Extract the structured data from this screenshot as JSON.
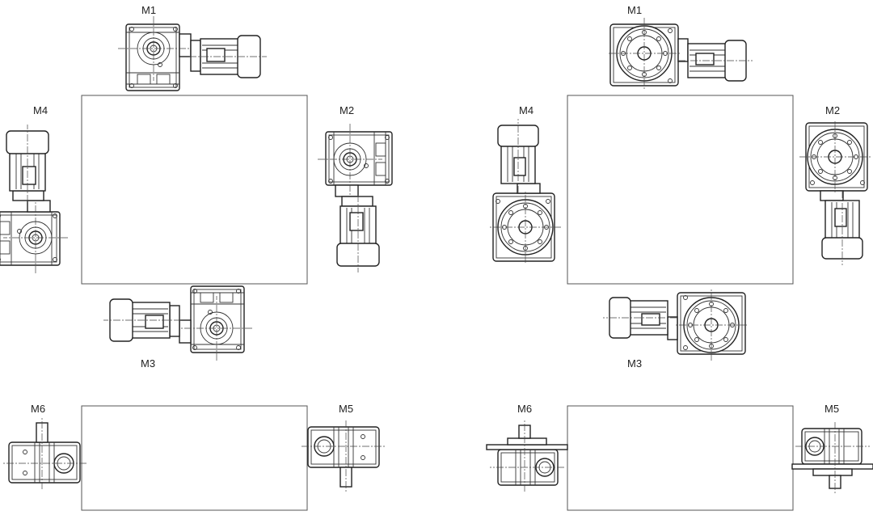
{
  "labels": {
    "a_m1": "M1",
    "a_m2": "M2",
    "a_m3": "M3",
    "a_m4": "M4",
    "b_m1": "M1",
    "b_m2": "M2",
    "b_m3": "M3",
    "b_m4": "M4",
    "c_m5": "M5",
    "c_m6": "M6",
    "d_m5": "M5",
    "d_m6": "M6"
  }
}
